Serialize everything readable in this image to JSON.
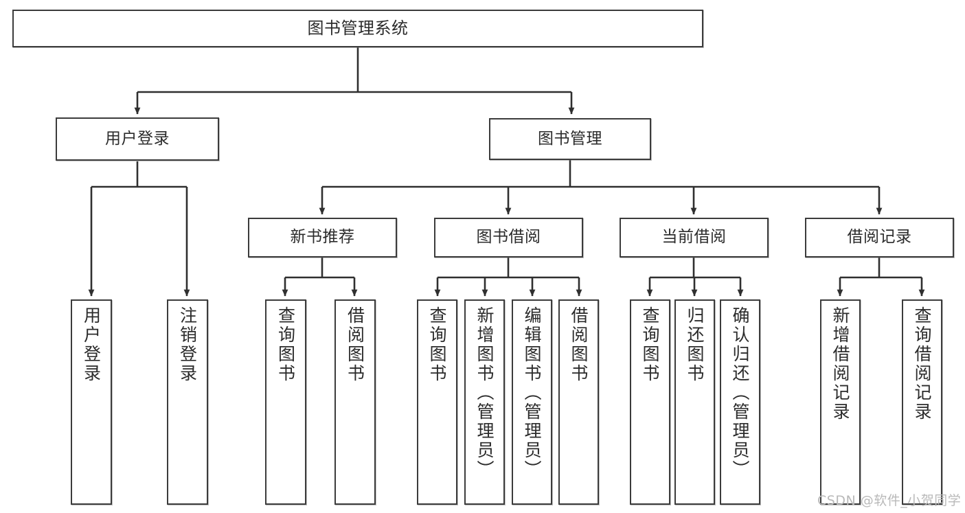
{
  "diagram": {
    "title": "图书管理系统",
    "type": "tree-hierarchy-functional-structure",
    "stroke_color": "#3b3b3b",
    "fill_color": "#ffffff",
    "text_color": "#2b2b2b"
  },
  "root": {
    "label": "图书管理系统"
  },
  "level1": [
    {
      "label": "用户登录"
    },
    {
      "label": "图书管理"
    }
  ],
  "level2": [
    {
      "label": "新书推荐"
    },
    {
      "label": "图书借阅"
    },
    {
      "label": "当前借阅"
    },
    {
      "label": "借阅记录"
    }
  ],
  "leaves": {
    "user_login": [
      {
        "label": "用户登录"
      },
      {
        "label": "注销登录"
      }
    ],
    "new_book_recommend": [
      {
        "label": "查询图书"
      },
      {
        "label": "借阅图书"
      }
    ],
    "book_borrow": [
      {
        "label": "查询图书"
      },
      {
        "label": "新增图书（管理员）"
      },
      {
        "label": "编辑图书（管理员）"
      },
      {
        "label": "借阅图书"
      }
    ],
    "current_borrow": [
      {
        "label": "查询图书"
      },
      {
        "label": "归还图书"
      },
      {
        "label": "确认归还（管理员）"
      }
    ],
    "borrow_record": [
      {
        "label": "新增借阅记录"
      },
      {
        "label": "查询借阅记录"
      }
    ]
  },
  "watermark": {
    "text": "CSDN @软件_小贺同学"
  },
  "chart_data": {
    "type": "table",
    "title": "图书管理系统 功能结构图",
    "nodes": [
      {
        "id": "root",
        "label": "图书管理系统",
        "level": 0,
        "parent": null
      },
      {
        "id": "n1",
        "label": "用户登录",
        "level": 1,
        "parent": "root"
      },
      {
        "id": "n2",
        "label": "图书管理",
        "level": 1,
        "parent": "root"
      },
      {
        "id": "n1a",
        "label": "用户登录",
        "level": 2,
        "parent": "n1"
      },
      {
        "id": "n1b",
        "label": "注销登录",
        "level": 2,
        "parent": "n1"
      },
      {
        "id": "n2a",
        "label": "新书推荐",
        "level": 2,
        "parent": "n2"
      },
      {
        "id": "n2b",
        "label": "图书借阅",
        "level": 2,
        "parent": "n2"
      },
      {
        "id": "n2c",
        "label": "当前借阅",
        "level": 2,
        "parent": "n2"
      },
      {
        "id": "n2d",
        "label": "借阅记录",
        "level": 2,
        "parent": "n2"
      },
      {
        "id": "n2a1",
        "label": "查询图书",
        "level": 3,
        "parent": "n2a"
      },
      {
        "id": "n2a2",
        "label": "借阅图书",
        "level": 3,
        "parent": "n2a"
      },
      {
        "id": "n2b1",
        "label": "查询图书",
        "level": 3,
        "parent": "n2b"
      },
      {
        "id": "n2b2",
        "label": "新增图书（管理员）",
        "level": 3,
        "parent": "n2b"
      },
      {
        "id": "n2b3",
        "label": "编辑图书（管理员）",
        "level": 3,
        "parent": "n2b"
      },
      {
        "id": "n2b4",
        "label": "借阅图书",
        "level": 3,
        "parent": "n2b"
      },
      {
        "id": "n2c1",
        "label": "查询图书",
        "level": 3,
        "parent": "n2c"
      },
      {
        "id": "n2c2",
        "label": "归还图书",
        "level": 3,
        "parent": "n2c"
      },
      {
        "id": "n2c3",
        "label": "确认归还（管理员）",
        "level": 3,
        "parent": "n2c"
      },
      {
        "id": "n2d1",
        "label": "新增借阅记录",
        "level": 3,
        "parent": "n2d"
      },
      {
        "id": "n2d2",
        "label": "查询借阅记录",
        "level": 3,
        "parent": "n2d"
      }
    ]
  }
}
